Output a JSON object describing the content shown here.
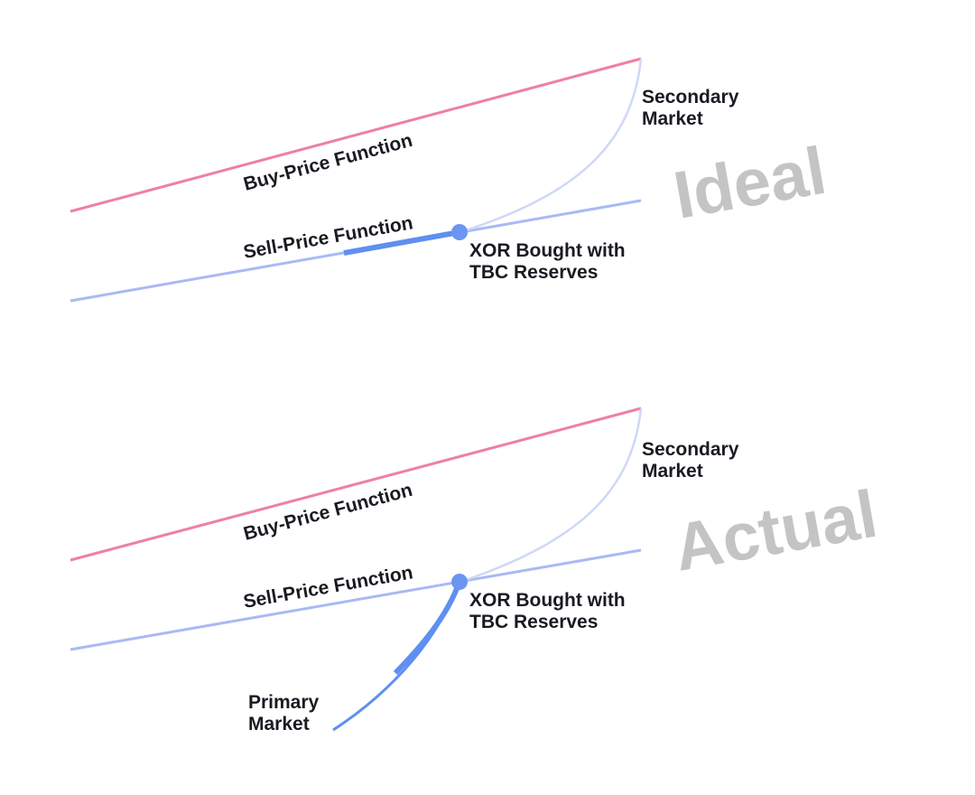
{
  "colors": {
    "buy_line": "#ef7fa3",
    "sell_line": "#a9b9f5",
    "secondary_curve": "#cfd8f7",
    "highlight": "#5f8ff0",
    "marker": "#6a96f2",
    "label_text": "#1a1a22",
    "watermark_text": "#c4c4c4"
  },
  "panels": [
    {
      "id": "ideal",
      "big_label": "Ideal",
      "buy_label": "Buy-Price Function",
      "sell_label": "Sell-Price Function",
      "secondary_label_line1": "Secondary",
      "secondary_label_line2": "Market",
      "marker_label_line1": "XOR Bought with",
      "marker_label_line2": "TBC Reserves"
    },
    {
      "id": "actual",
      "big_label": "Actual",
      "buy_label": "Buy-Price Function",
      "sell_label": "Sell-Price Function",
      "secondary_label_line1": "Secondary",
      "secondary_label_line2": "Market",
      "marker_label_line1": "XOR Bought with",
      "marker_label_line2": "TBC Reserves",
      "primary_label_line1": "Primary",
      "primary_label_line2": "Market"
    }
  ]
}
